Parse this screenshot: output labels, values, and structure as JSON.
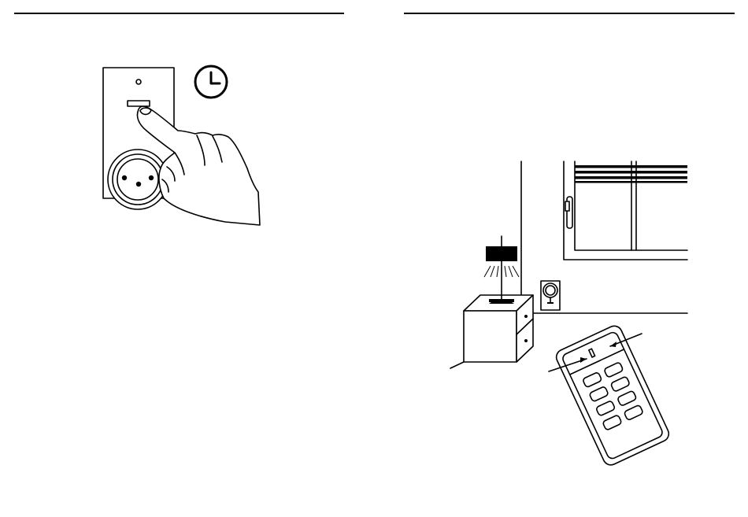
{
  "document": {
    "pages": [
      {
        "id": "left",
        "illustration": "hand-pressing-timer-button-on-plug-in-socket",
        "icon": "clock-icon"
      },
      {
        "id": "right",
        "illustration": "room-scene-lamp-remote-socket-window",
        "icon": "remote-control-icon"
      }
    ]
  },
  "colors": {
    "ink": "#000000",
    "paper": "#ffffff"
  }
}
